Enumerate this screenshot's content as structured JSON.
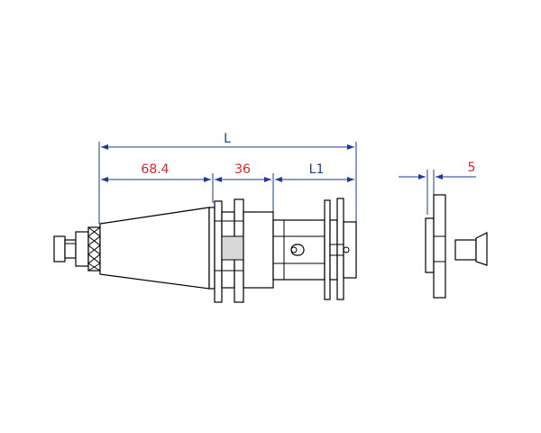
{
  "dimensions": {
    "overall": "L",
    "taper": "68.4",
    "flange": "36",
    "body": "L1",
    "plate": "5"
  },
  "colors": {
    "dimension_line": "#1a3a9e",
    "dimension_text_numeric": "#d8262b",
    "dimension_text_symbol": "#1a3a9e",
    "outline": "#000000",
    "shading": "#d8d8d8"
  }
}
